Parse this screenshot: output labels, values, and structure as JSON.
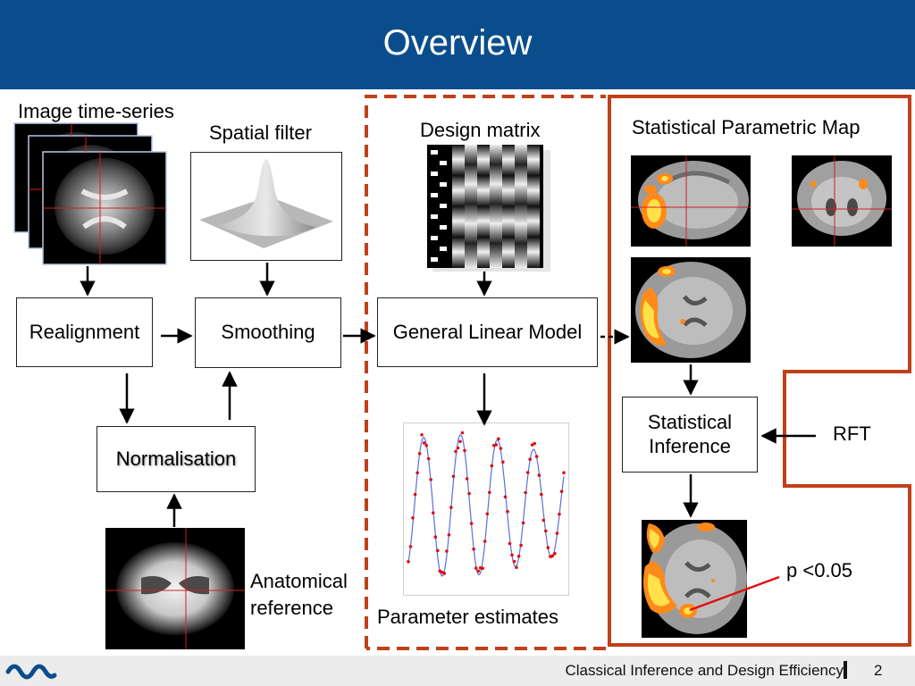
{
  "slide": {
    "title": "Overview"
  },
  "pipeline": {
    "image_time_series": "Image time-series",
    "spatial_filter": "Spatial filter",
    "design_matrix": "Design matrix",
    "spm": "Statistical Parametric Map",
    "realignment": "Realignment",
    "smoothing": "Smoothing",
    "glm": "General Linear Model",
    "normalisation": "Normalisation",
    "inference_line1": "Statistical",
    "inference_line2": "Inference",
    "rft": "RFT",
    "anatomical_line1": "Anatomical",
    "anatomical_line2": "reference",
    "parameter_estimates": "Parameter estimates",
    "p_value": "p <0.05"
  },
  "footer": {
    "text": "Classical Inference and Design Efficiency",
    "page": "2"
  },
  "colors": {
    "header": "#0a4d8c",
    "frame": "#c0401a",
    "activation": "#ffd21a"
  }
}
